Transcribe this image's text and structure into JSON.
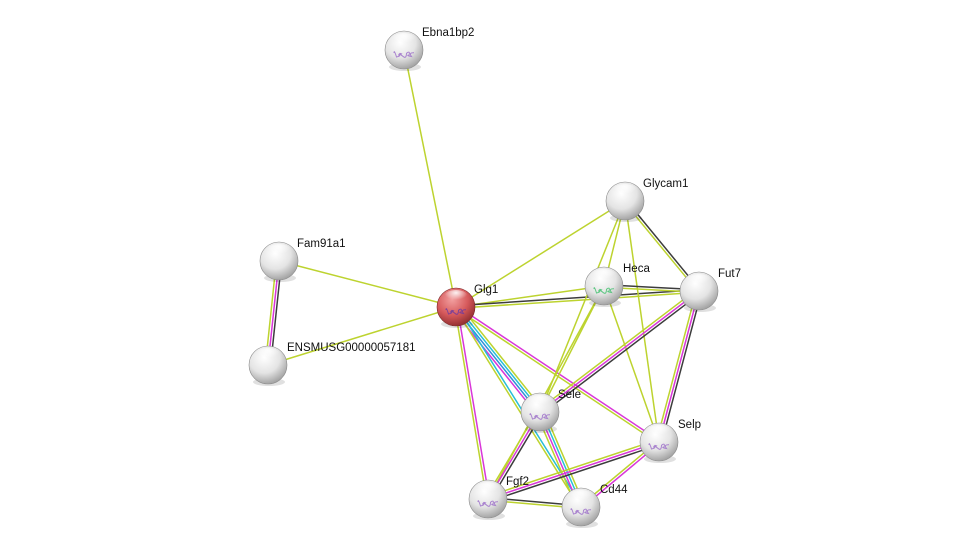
{
  "nodes": [
    {
      "id": "Ebna1bp2",
      "label": "Ebna1bp2",
      "query": false,
      "structure": true
    },
    {
      "id": "Glycam1",
      "label": "Glycam1",
      "query": false,
      "structure": false
    },
    {
      "id": "Fam91a1",
      "label": "Fam91a1",
      "query": false,
      "structure": false
    },
    {
      "id": "Heca",
      "label": "Heca",
      "query": false,
      "structure": true
    },
    {
      "id": "Fut7",
      "label": "Fut7",
      "query": false,
      "structure": false
    },
    {
      "id": "Glg1",
      "label": "Glg1",
      "query": true,
      "structure": true
    },
    {
      "id": "ENSMUSG00000057181",
      "label": "ENSMUSG00000057181",
      "query": false,
      "structure": false
    },
    {
      "id": "Sele",
      "label": "Sele",
      "query": false,
      "structure": true
    },
    {
      "id": "Selp",
      "label": "Selp",
      "query": false,
      "structure": true
    },
    {
      "id": "Fgf2",
      "label": "Fgf2",
      "query": false,
      "structure": true
    },
    {
      "id": "Cd44",
      "label": "Cd44",
      "query": false,
      "structure": true
    }
  ],
  "evidence_colors": {
    "textmining": "#bdd32f",
    "coexpression": "#3c3c3c",
    "experiments": "#d936d9",
    "databases": "#2f8fd8",
    "cyan": "#27bfd6"
  },
  "node_colors": {
    "query": "#d9585a",
    "default": "#e2e2e2"
  },
  "edges": [
    {
      "a": "Ebna1bp2",
      "b": "Glg1",
      "ev": [
        "textmining"
      ]
    },
    {
      "a": "Fam91a1",
      "b": "Glg1",
      "ev": [
        "textmining"
      ]
    },
    {
      "a": "ENSMUSG00000057181",
      "b": "Glg1",
      "ev": [
        "textmining"
      ]
    },
    {
      "a": "Fam91a1",
      "b": "ENSMUSG00000057181",
      "ev": [
        "coexpression",
        "experiments",
        "textmining"
      ]
    },
    {
      "a": "Glg1",
      "b": "Glycam1",
      "ev": [
        "textmining"
      ]
    },
    {
      "a": "Glg1",
      "b": "Heca",
      "ev": [
        "textmining"
      ]
    },
    {
      "a": "Glg1",
      "b": "Fut7",
      "ev": [
        "coexpression",
        "textmining"
      ]
    },
    {
      "a": "Glg1",
      "b": "Sele",
      "ev": [
        "textmining",
        "cyan",
        "databases",
        "experiments"
      ]
    },
    {
      "a": "Glg1",
      "b": "Cd44",
      "ev": [
        "cyan",
        "textmining"
      ]
    },
    {
      "a": "Glg1",
      "b": "Selp",
      "ev": [
        "experiments",
        "textmining"
      ]
    },
    {
      "a": "Glg1",
      "b": "Fgf2",
      "ev": [
        "experiments",
        "textmining"
      ]
    },
    {
      "a": "Glycam1",
      "b": "Heca",
      "ev": [
        "textmining"
      ]
    },
    {
      "a": "Glycam1",
      "b": "Fut7",
      "ev": [
        "coexpression",
        "textmining"
      ]
    },
    {
      "a": "Glycam1",
      "b": "Sele",
      "ev": [
        "textmining"
      ]
    },
    {
      "a": "Glycam1",
      "b": "Selp",
      "ev": [
        "textmining"
      ]
    },
    {
      "a": "Heca",
      "b": "Fut7",
      "ev": [
        "coexpression",
        "textmining"
      ]
    },
    {
      "a": "Heca",
      "b": "Sele",
      "ev": [
        "textmining"
      ]
    },
    {
      "a": "Heca",
      "b": "Selp",
      "ev": [
        "textmining"
      ]
    },
    {
      "a": "Heca",
      "b": "Fgf2",
      "ev": [
        "textmining"
      ]
    },
    {
      "a": "Fut7",
      "b": "Sele",
      "ev": [
        "coexpression",
        "experiments",
        "textmining"
      ]
    },
    {
      "a": "Fut7",
      "b": "Selp",
      "ev": [
        "coexpression",
        "experiments",
        "textmining"
      ]
    },
    {
      "a": "Sele",
      "b": "Fgf2",
      "ev": [
        "coexpression",
        "experiments",
        "textmining"
      ]
    },
    {
      "a": "Sele",
      "b": "Cd44",
      "ev": [
        "textmining",
        "cyan",
        "experiments",
        "textmining"
      ]
    },
    {
      "a": "Selp",
      "b": "Fgf2",
      "ev": [
        "coexpression",
        "experiments",
        "textmining"
      ]
    },
    {
      "a": "Selp",
      "b": "Cd44",
      "ev": [
        "experiments",
        "textmining"
      ]
    },
    {
      "a": "Fgf2",
      "b": "Cd44",
      "ev": [
        "coexpression",
        "textmining"
      ]
    }
  ]
}
